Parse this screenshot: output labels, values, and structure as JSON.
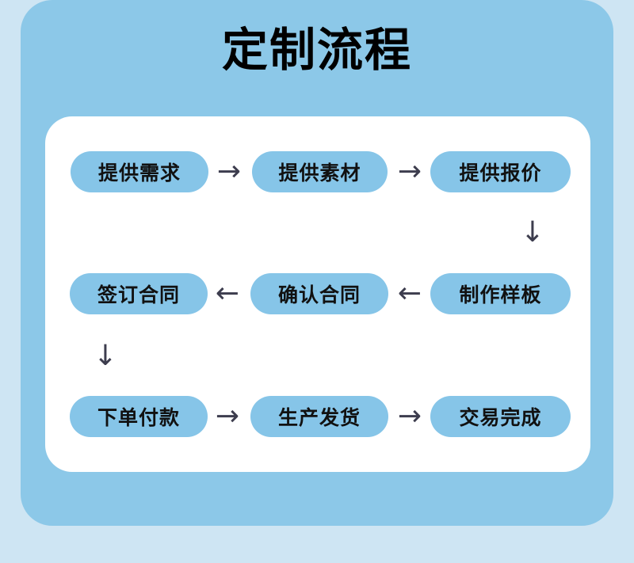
{
  "page": {
    "title": "定制流程",
    "background_color": "#cee5f3",
    "panel_color": "#8cc8e8",
    "card_color": "#ffffff",
    "pill_color": "#86c5e8",
    "text_color": "#111111",
    "arrow_color": "#3d3d4e"
  },
  "flow": {
    "rows": [
      {
        "id": "row-1",
        "steps": [
          {
            "label": "提供需求"
          },
          {
            "label": "提供素材"
          },
          {
            "label": "提供报价"
          }
        ],
        "connectors": [
          {
            "glyph": "→",
            "name": "arrow-right-icon"
          },
          {
            "glyph": "→",
            "name": "arrow-right-icon"
          }
        ]
      },
      {
        "id": "row-2",
        "steps": [
          {
            "label": "签订合同"
          },
          {
            "label": "确认合同"
          },
          {
            "label": "制作样板"
          }
        ],
        "connectors": [
          {
            "glyph": "←",
            "name": "arrow-left-icon"
          },
          {
            "glyph": "←",
            "name": "arrow-left-icon"
          }
        ]
      },
      {
        "id": "row-3",
        "steps": [
          {
            "label": "下单付款"
          },
          {
            "label": "生产发货"
          },
          {
            "label": "交易完成"
          }
        ],
        "connectors": [
          {
            "glyph": "→",
            "name": "arrow-right-icon"
          },
          {
            "glyph": "→",
            "name": "arrow-right-icon"
          }
        ]
      }
    ],
    "row_links": [
      {
        "glyph": "↓",
        "name": "arrow-down-icon",
        "from": "row-1",
        "to": "row-2",
        "side": "right"
      },
      {
        "glyph": "↓",
        "name": "arrow-down-icon",
        "from": "row-2",
        "to": "row-3",
        "side": "left"
      }
    ]
  }
}
